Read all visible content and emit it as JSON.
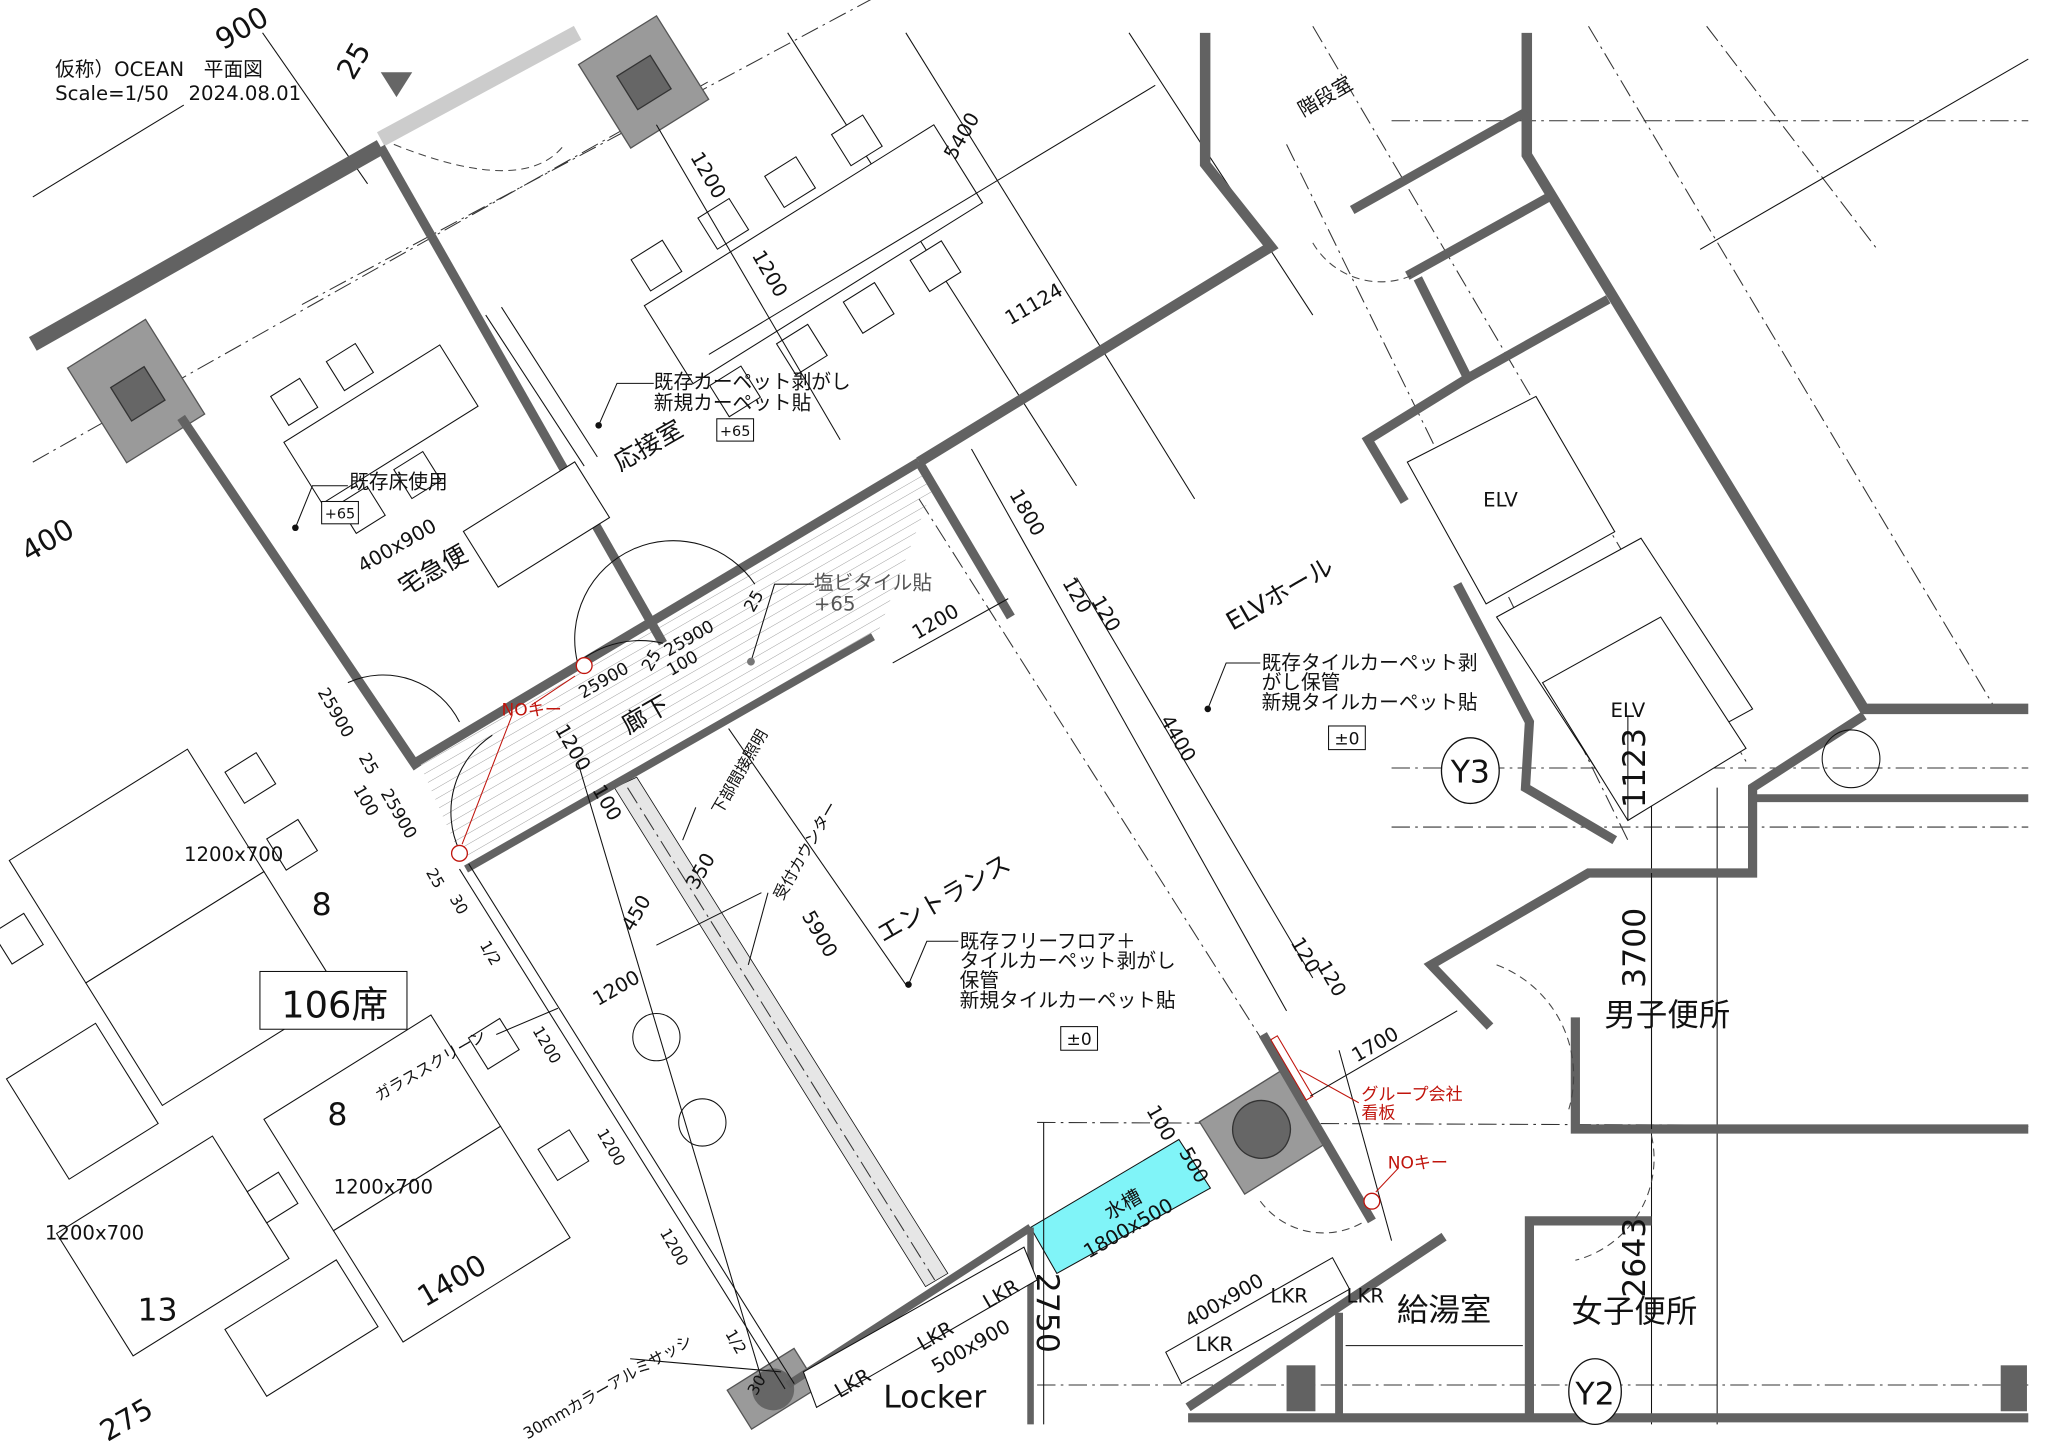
{
  "title": {
    "line1": "仮称）OCEAN　平面図",
    "line2": "Scale=1/50　2024.08.01"
  },
  "rooms": {
    "takkyubin": "宅急便",
    "osetsushitsu": "応接室",
    "roka": "廊下",
    "entrance": "エントランス",
    "elv_hall": "ELVホール",
    "kaidanshitsu": "階段室",
    "elv1": "ELV",
    "elv2": "ELV",
    "danshi": "男子便所",
    "joshi": "女子便所",
    "kyutoshitsu": "給湯室",
    "locker": "Locker"
  },
  "seats": {
    "total": "106席",
    "counts": [
      "8",
      "8",
      "13"
    ]
  },
  "tables": [
    "1200x700",
    "1200x700",
    "1200x700",
    "400x900",
    "400x900",
    "500x900"
  ],
  "lockers": [
    "LKR",
    "LKR",
    "LKR",
    "LKR",
    "LKR",
    "LKR"
  ],
  "notes": {
    "existing_floor": "既存床使用",
    "carpet": [
      "既存カーペット剥がし",
      "新規カーペット貼"
    ],
    "vinyl": [
      "塩ビタイル貼",
      "+65"
    ],
    "entrance_floor": [
      "既存フリーフロア＋",
      "タイルカーペット剥がし",
      "保管",
      "新規タイルカーペット貼"
    ],
    "elv_floor": [
      "既存タイルカーペット剥",
      "がし保管",
      "新規タイルカーペット貼"
    ],
    "indirect_light": "下部間接照明",
    "reception": "受付カウンター",
    "glass_screen": "ガラススクリーン",
    "sash": "30mmカラーアルミサッシ",
    "water_tank": [
      "水槽",
      "1800x500"
    ]
  },
  "levels": [
    "+65",
    "+65",
    "±0",
    "±0"
  ],
  "red_notes": {
    "no_key_1": "NOキー",
    "no_key_2": "NOキー",
    "signboard": [
      "グループ会社",
      "看板"
    ]
  },
  "grid_marks": [
    "Y3",
    "Y2"
  ],
  "dimensions": [
    "900",
    "25",
    "1200",
    "1200",
    "5400",
    "11124",
    "1800",
    "120",
    "120",
    "1200",
    "4400",
    "25",
    "25",
    "25900",
    "100",
    "25900",
    "1200",
    "100",
    "25900",
    "25",
    "100",
    "25900",
    "25",
    "30",
    "1/2",
    "350",
    "450",
    "1200",
    "5900",
    "1200",
    "1200",
    "1200",
    "1/2",
    "30",
    "1400",
    "400",
    "120",
    "120",
    "1700",
    "100",
    "500",
    "2750",
    "1123",
    "3700",
    "2643",
    "275"
  ],
  "colors": {
    "wall": "#626262",
    "column": "#9a9a9a",
    "water_tank": "#80f4f8",
    "annotation": "#c0140c",
    "counter": "#e6e6e6"
  }
}
